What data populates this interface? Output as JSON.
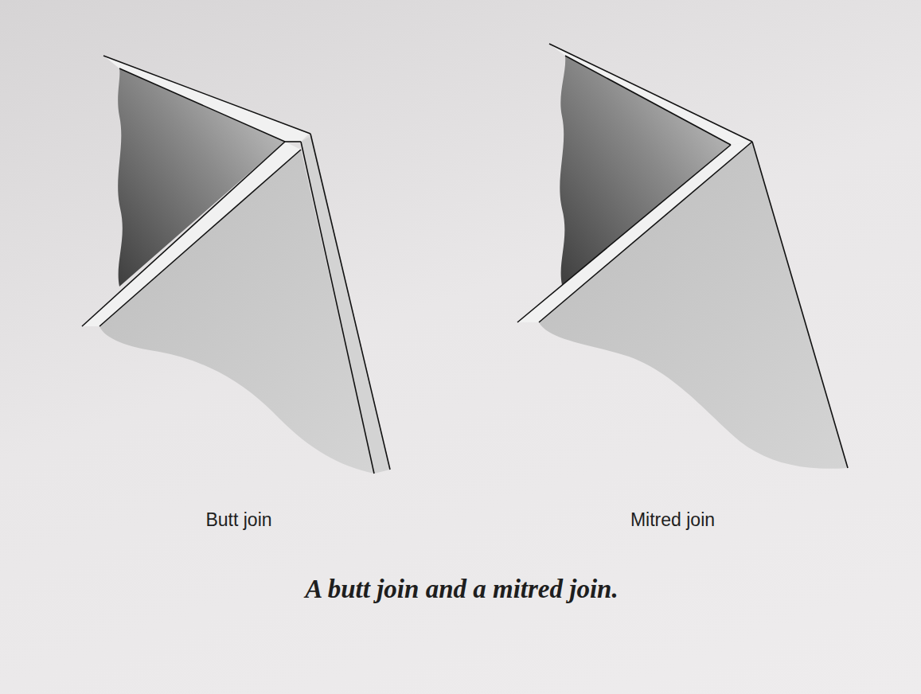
{
  "diagram": {
    "caption": "A butt join and a mitred join.",
    "labels": [
      "Butt join",
      "Mitred join"
    ]
  }
}
